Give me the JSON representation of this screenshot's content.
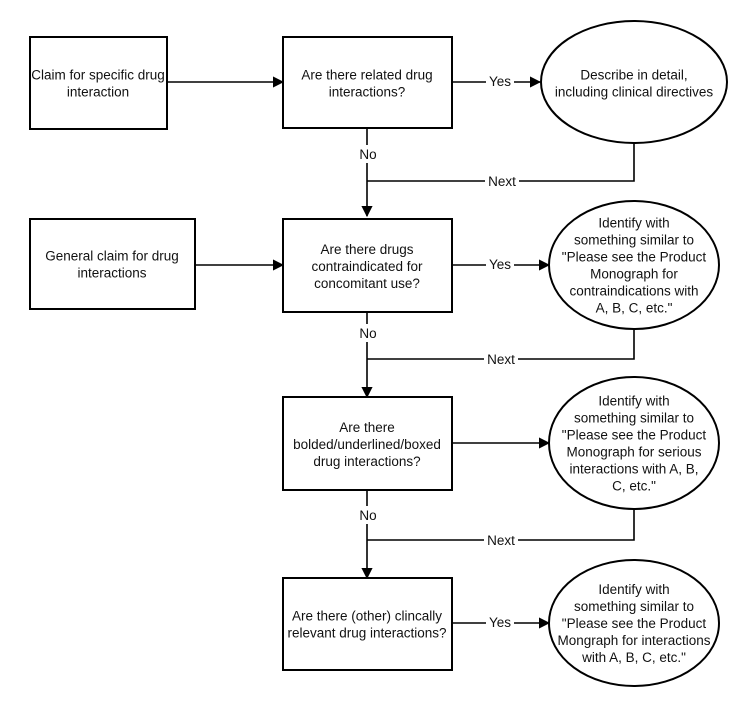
{
  "nodes": {
    "claim_specific": {
      "lines": [
        "Claim for specific drug",
        "interaction"
      ]
    },
    "q_related": {
      "lines": [
        "Are there related drug",
        "interactions?"
      ]
    },
    "a_describe": {
      "lines": [
        "Describe in detail,",
        "including clinical directives"
      ]
    },
    "claim_general": {
      "lines": [
        "General claim for drug",
        "interactions"
      ]
    },
    "q_contra": {
      "lines": [
        "Are there drugs",
        "contraindicated for",
        "concomitant use?"
      ]
    },
    "a_contra": {
      "lines": [
        "Identify with",
        "something similar to",
        "\"Please see the Product",
        "Monograph for",
        "contraindications with",
        "A, B, C, etc.\""
      ]
    },
    "q_bolded": {
      "lines": [
        "Are there",
        "bolded/underlined/boxed",
        "drug interactions?"
      ]
    },
    "a_serious": {
      "lines": [
        "Identify with",
        "something similar to",
        "\"Please see the Product",
        "Monograph for serious",
        "interactions with A, B,",
        "C, etc.\""
      ]
    },
    "q_other": {
      "lines": [
        "Are there (other) clincally",
        "relevant drug interactions?"
      ]
    },
    "a_other": {
      "lines": [
        "Identify with",
        "something similar to",
        "\"Please see the Product",
        "Mongraph for interactions",
        "with A, B, C, etc.\""
      ]
    }
  },
  "edge_labels": {
    "yes": "Yes",
    "no": "No",
    "next": "Next"
  }
}
